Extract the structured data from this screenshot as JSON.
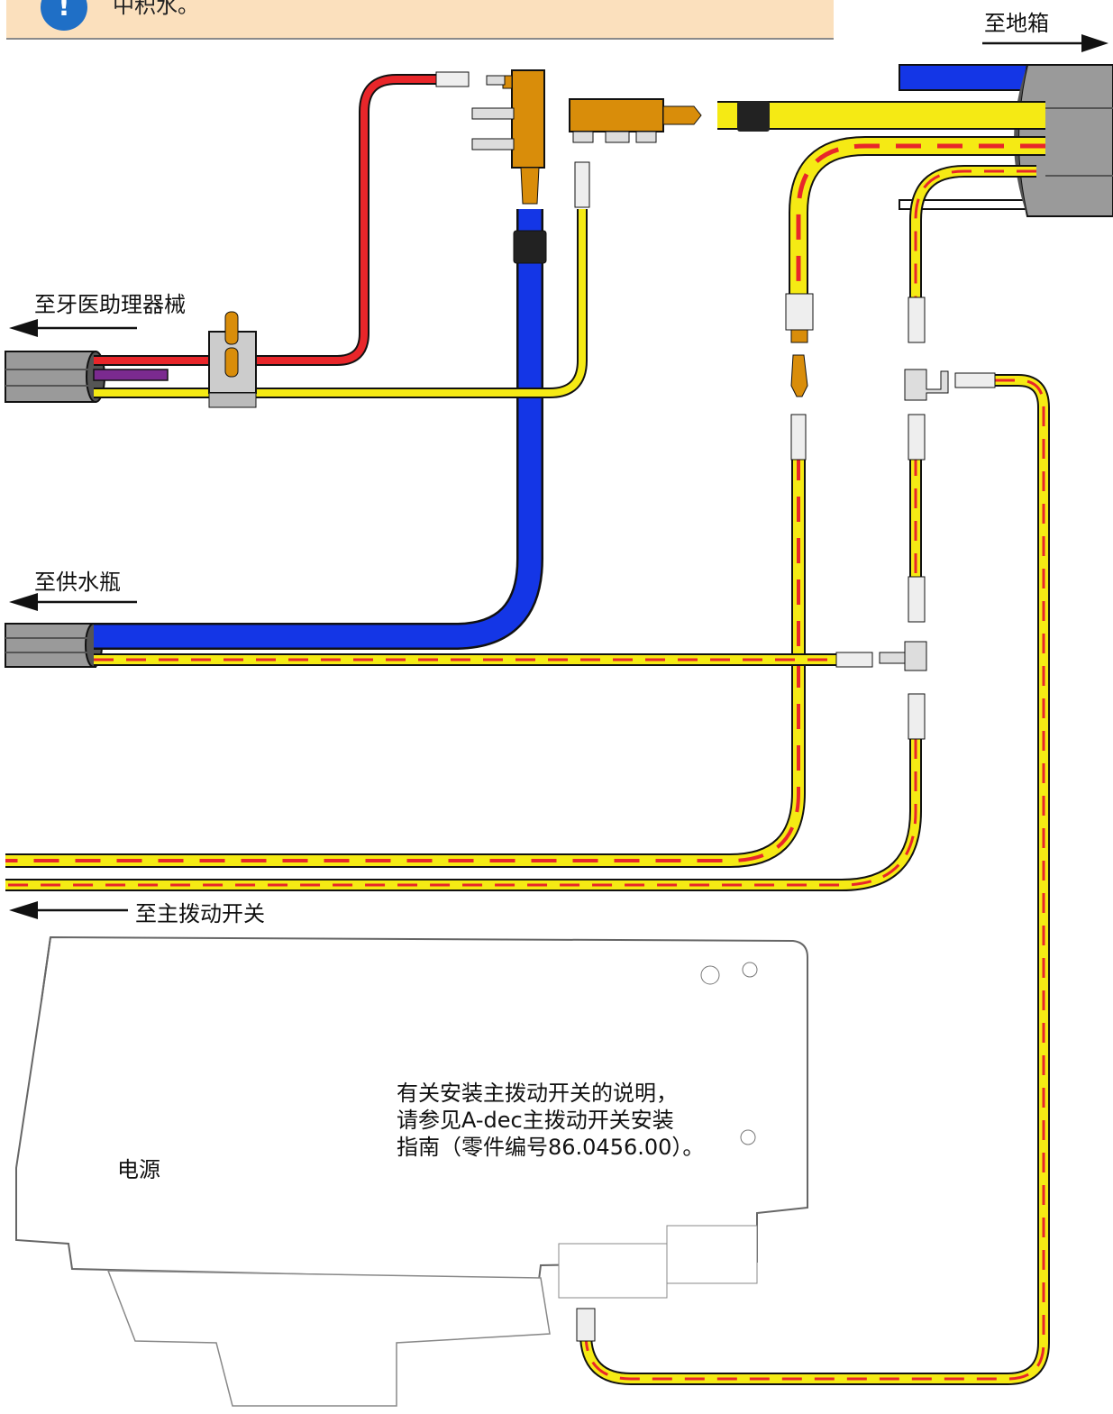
{
  "notice": {
    "icon": "exclamation-icon",
    "text": "中积水。",
    "background": "#fbe0bd",
    "icon_color": "#1f6fc6"
  },
  "labels": {
    "to_floor_box": "至地箱",
    "to_assistant": "至牙医助理器械",
    "to_water_bottle": "至供水瓶",
    "to_master_toggle": "至主拨动开关",
    "power_supply": "电源"
  },
  "install_note": "有关安装主拨动开关的说明，\n请参见A-dec主拨动开关安装\n指南（零件编号86.0456.00）。",
  "tubing_colors": {
    "red": "#e8262a",
    "yellow": "#f5ea14",
    "blue": "#1436e6",
    "purple": "#7b2a8f",
    "stripe": "#e8262a",
    "conduit": "#9a9a9a",
    "brass": "#d98d0a"
  }
}
